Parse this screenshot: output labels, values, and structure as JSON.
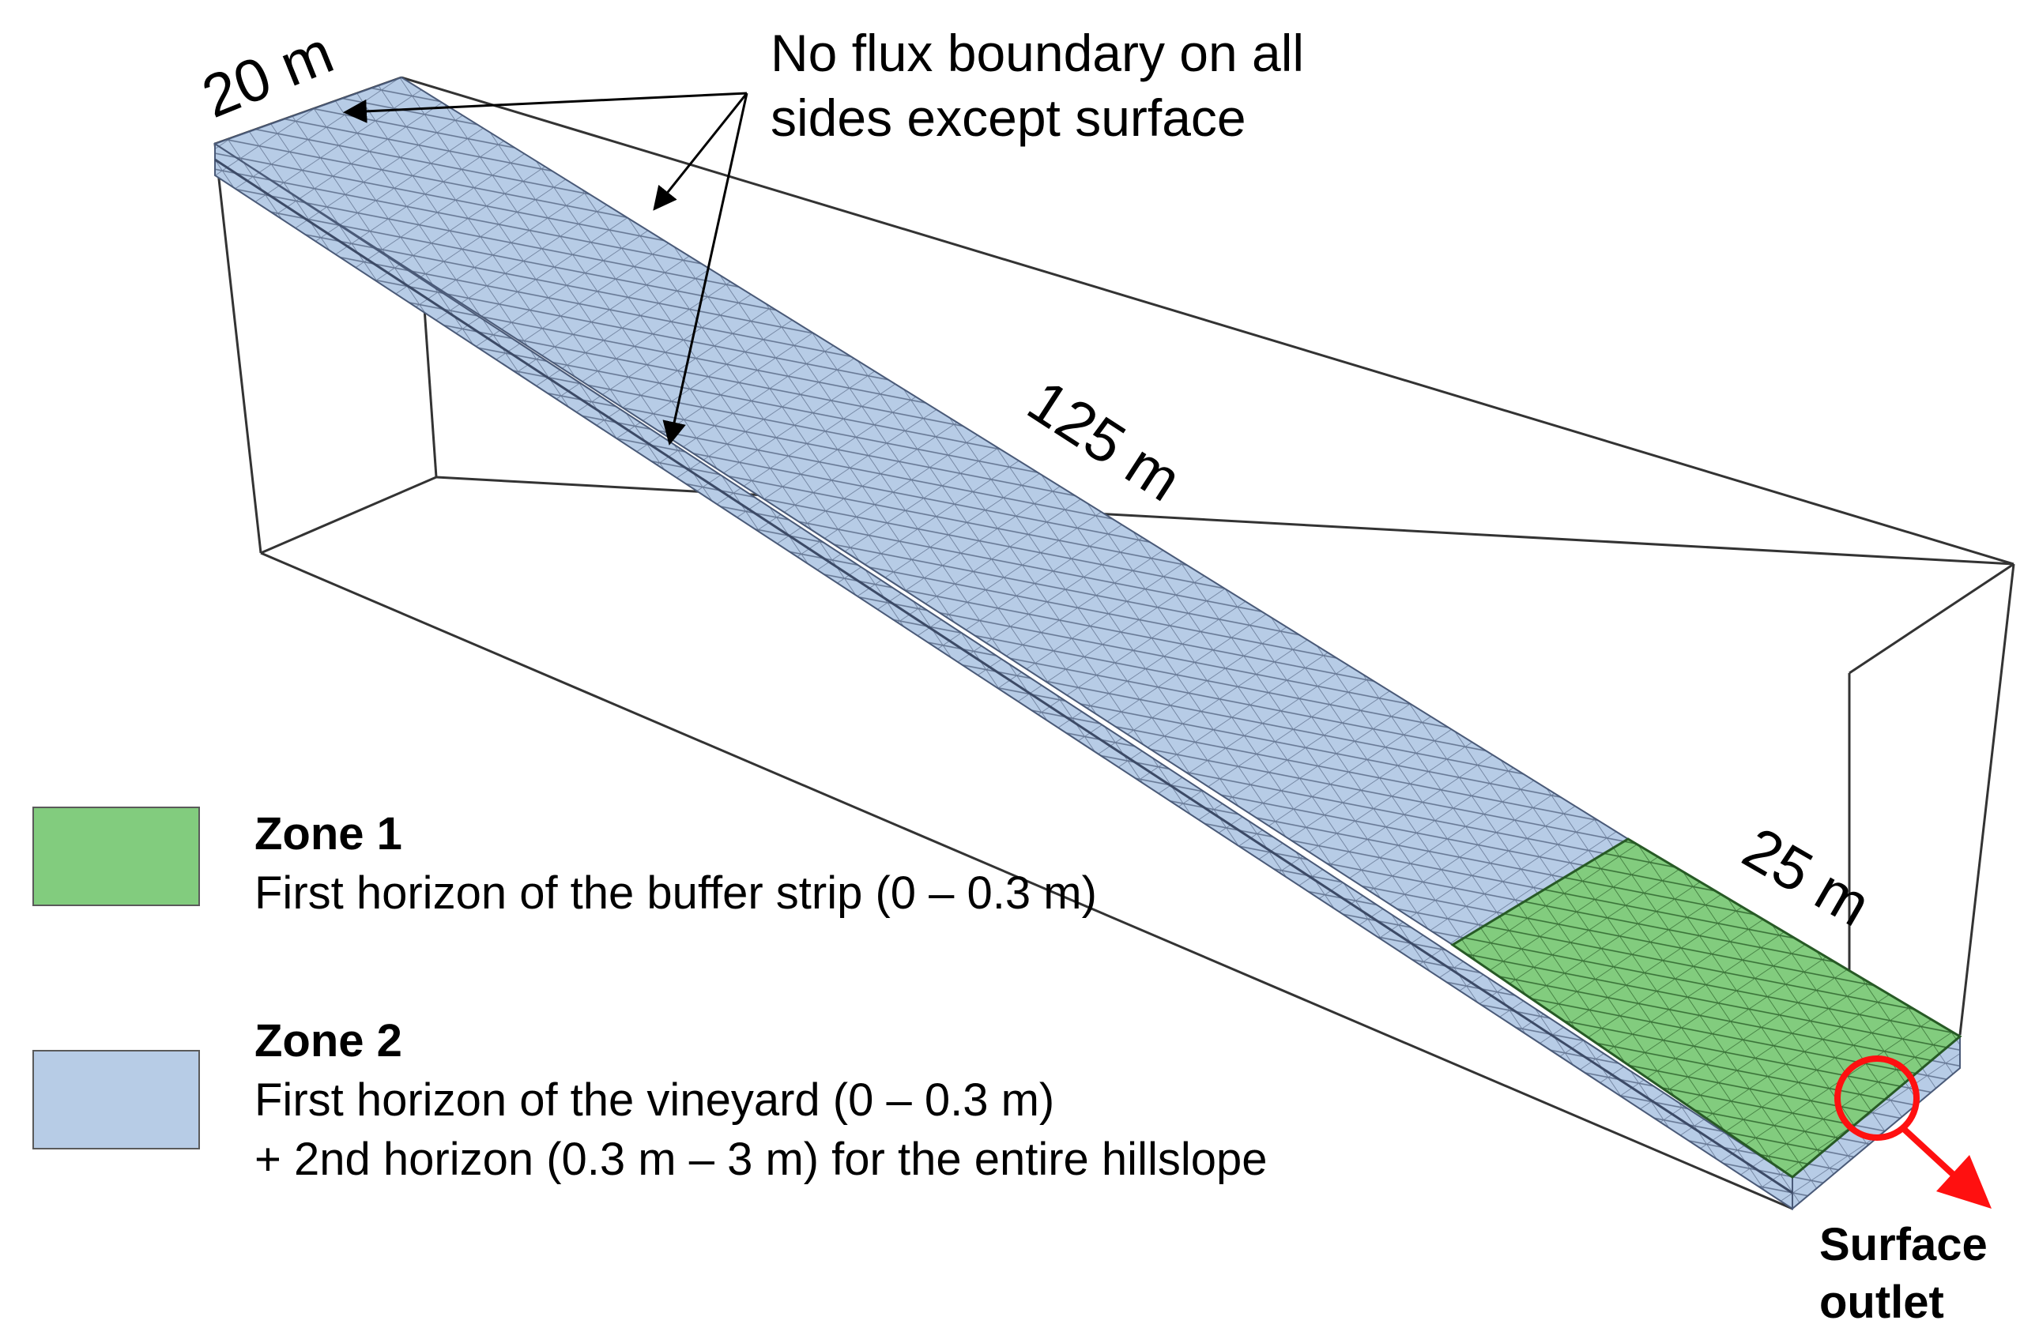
{
  "annotation": {
    "line1": "No flux boundary on all",
    "line2": "sides except surface"
  },
  "dimensions": {
    "width_top": "20 m",
    "length": "125 m",
    "buffer_length": "25 m"
  },
  "outlet": {
    "line1": "Surface",
    "line2": "outlet"
  },
  "legend": [
    {
      "title": "Zone 1",
      "lines": [
        "First horizon of the buffer strip (0 – 0.3 m)"
      ],
      "color": "#82cc7e"
    },
    {
      "title": "Zone 2",
      "lines": [
        "First horizon of the vineyard  (0 – 0.3 m)",
        "+ 2nd horizon (0.3 m – 3 m) for the entire hillslope"
      ],
      "color": "#b7cce6"
    }
  ],
  "colors": {
    "zone1": "#82cc7e",
    "zone2": "#b7cce6",
    "mesh_line": "#4a5a78",
    "outlet_marker": "#ff1010"
  }
}
